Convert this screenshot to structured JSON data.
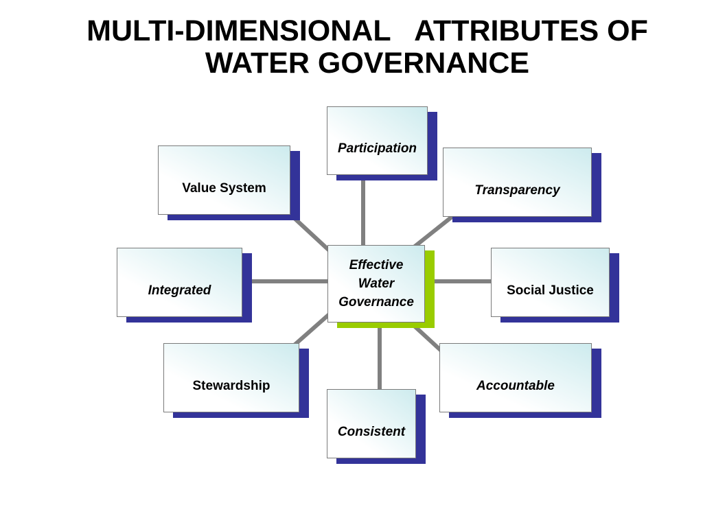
{
  "title": {
    "line1": "MULTI-DIMENSIONAL   ATTRIBUTES OF",
    "line2": "WATER GOVERNANCE"
  },
  "center": {
    "lines": [
      "Effective",
      "Water",
      "Governance"
    ]
  },
  "nodes": [
    {
      "label": "Participation"
    },
    {
      "label": "Transparency"
    },
    {
      "label": "Social Justice"
    },
    {
      "label": "Accountable"
    },
    {
      "label": "Consistent"
    },
    {
      "label": "Stewardship"
    },
    {
      "label": "Integrated"
    },
    {
      "label": "Value System"
    }
  ],
  "colors": {
    "node_shadow": "#333399",
    "center_shadow": "#99cc00",
    "connector": "#808080"
  }
}
